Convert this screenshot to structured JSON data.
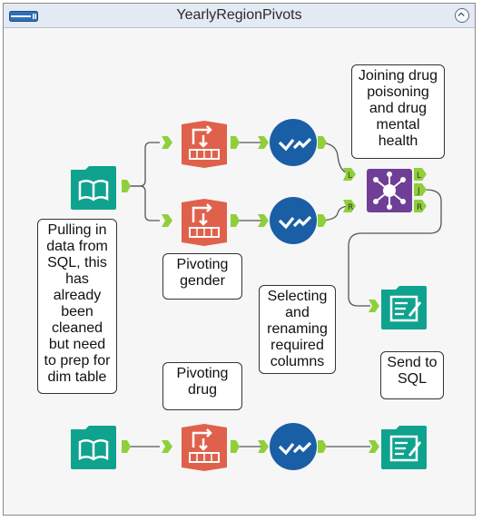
{
  "container": {
    "title": "YearlyRegionPivots"
  },
  "tools": [
    {
      "type": "input",
      "name": "input-data-tool-top",
      "icon": "book-icon"
    },
    {
      "type": "crosstab",
      "name": "cross-tab-tool-gender",
      "icon": "cross-tab-icon"
    },
    {
      "type": "crosstab",
      "name": "cross-tab-tool-drug-mid",
      "icon": "cross-tab-icon"
    },
    {
      "type": "select",
      "name": "select-tool-top",
      "icon": "checkmark-icon"
    },
    {
      "type": "select",
      "name": "select-tool-mid",
      "icon": "checkmark-icon"
    },
    {
      "type": "join",
      "name": "join-tool",
      "icon": "join-icon",
      "anchors_in": [
        "L",
        "R"
      ],
      "anchors_out": [
        "L",
        "J",
        "R"
      ]
    },
    {
      "type": "output",
      "name": "output-data-tool-top",
      "icon": "output-icon"
    },
    {
      "type": "input",
      "name": "input-data-tool-bottom",
      "icon": "book-icon"
    },
    {
      "type": "crosstab",
      "name": "cross-tab-tool-drug",
      "icon": "cross-tab-icon"
    },
    {
      "type": "select",
      "name": "select-tool-bottom",
      "icon": "checkmark-icon"
    },
    {
      "type": "output",
      "name": "output-data-tool-bottom",
      "icon": "output-icon"
    }
  ],
  "comments": {
    "joining": "Joining drug\npoisoning\nand drug\nmental\nhealth",
    "pulling": "Pulling in\ndata from\nSQL, this\nhas\nalready\nbeen\ncleaned\nbut need\nto prep for\ndim table",
    "pivoting_gender": "Pivoting\ngender",
    "selecting": "Selecting\nand\nrenaming\nrequired\ncolumns",
    "send_to_sql": "Send to\nSQL",
    "pivoting_drug": "Pivoting\ndrug"
  },
  "colors": {
    "input": "#0fa38f",
    "crosstab": "#e0614b",
    "select": "#1a5fa6",
    "join": "#6f3f97",
    "output": "#0fa38f",
    "anchor": "#8fcf3a",
    "wire": "#555555"
  }
}
